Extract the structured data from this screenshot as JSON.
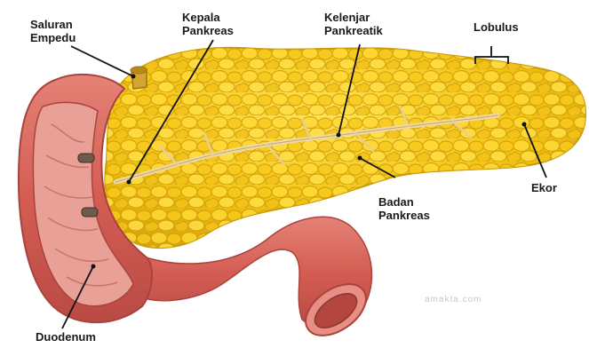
{
  "labels": {
    "saluran_empedu": [
      "Saluran",
      "Empedu"
    ],
    "kepala_pankreas": [
      "Kepala",
      "Pankreas"
    ],
    "kelenjar_pankreatik": [
      "Kelenjar",
      "Pankreatik"
    ],
    "lobulus": "Lobulus",
    "badan_pankreas": [
      "Badan",
      "Pankreas"
    ],
    "ekor": "Ekor",
    "duodenum": "Duodenum"
  },
  "watermark": "amakta.com",
  "colors": {
    "pancreas_fill": "#f3c417",
    "pancreas_highlight": "#ffe45a",
    "pancreas_shadow": "#c99a08",
    "duct": "#efd9a8",
    "duodenum_outer": "#d9645a",
    "duodenum_inner": "#e9a097",
    "duodenum_lumen": "#c65c55",
    "leader_line": "#111111"
  }
}
